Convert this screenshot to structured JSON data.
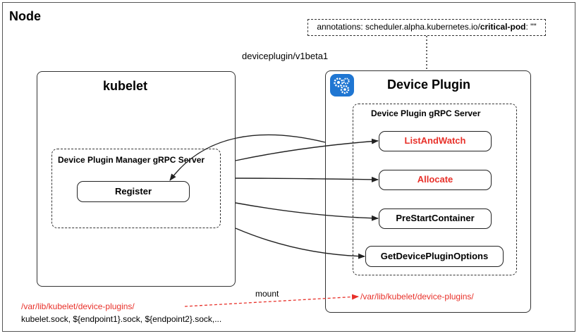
{
  "node": {
    "title": "Node"
  },
  "annotation": {
    "prefix": "annotations: scheduler.alpha.kubernetes.io/",
    "key": "critical-pod",
    "suffix": ": \"\""
  },
  "api_version": "deviceplugin/v1beta1",
  "kubelet": {
    "title": "kubelet",
    "manager_server": "Device Plugin Manager gRPC Server",
    "register": "Register"
  },
  "device_plugin": {
    "title": "Device Plugin",
    "logo_icon": "gears-icon",
    "grpc_server": "Device Plugin gRPC Server",
    "methods": [
      "ListAndWatch",
      "Allocate",
      "PreStartContainer",
      "GetDevicePluginOptions"
    ]
  },
  "socket": {
    "path_left": "/var/lib/kubelet/device-plugins/",
    "files": "kubelet.sock, ${endpoint1}.sock, ${endpoint2}.sock,...",
    "mount_label": "mount",
    "path_right": "/var/lib/kubelet/device-plugins/"
  },
  "colors": {
    "accent_red": "#e8312a",
    "logo_blue": "#1f76d2"
  }
}
